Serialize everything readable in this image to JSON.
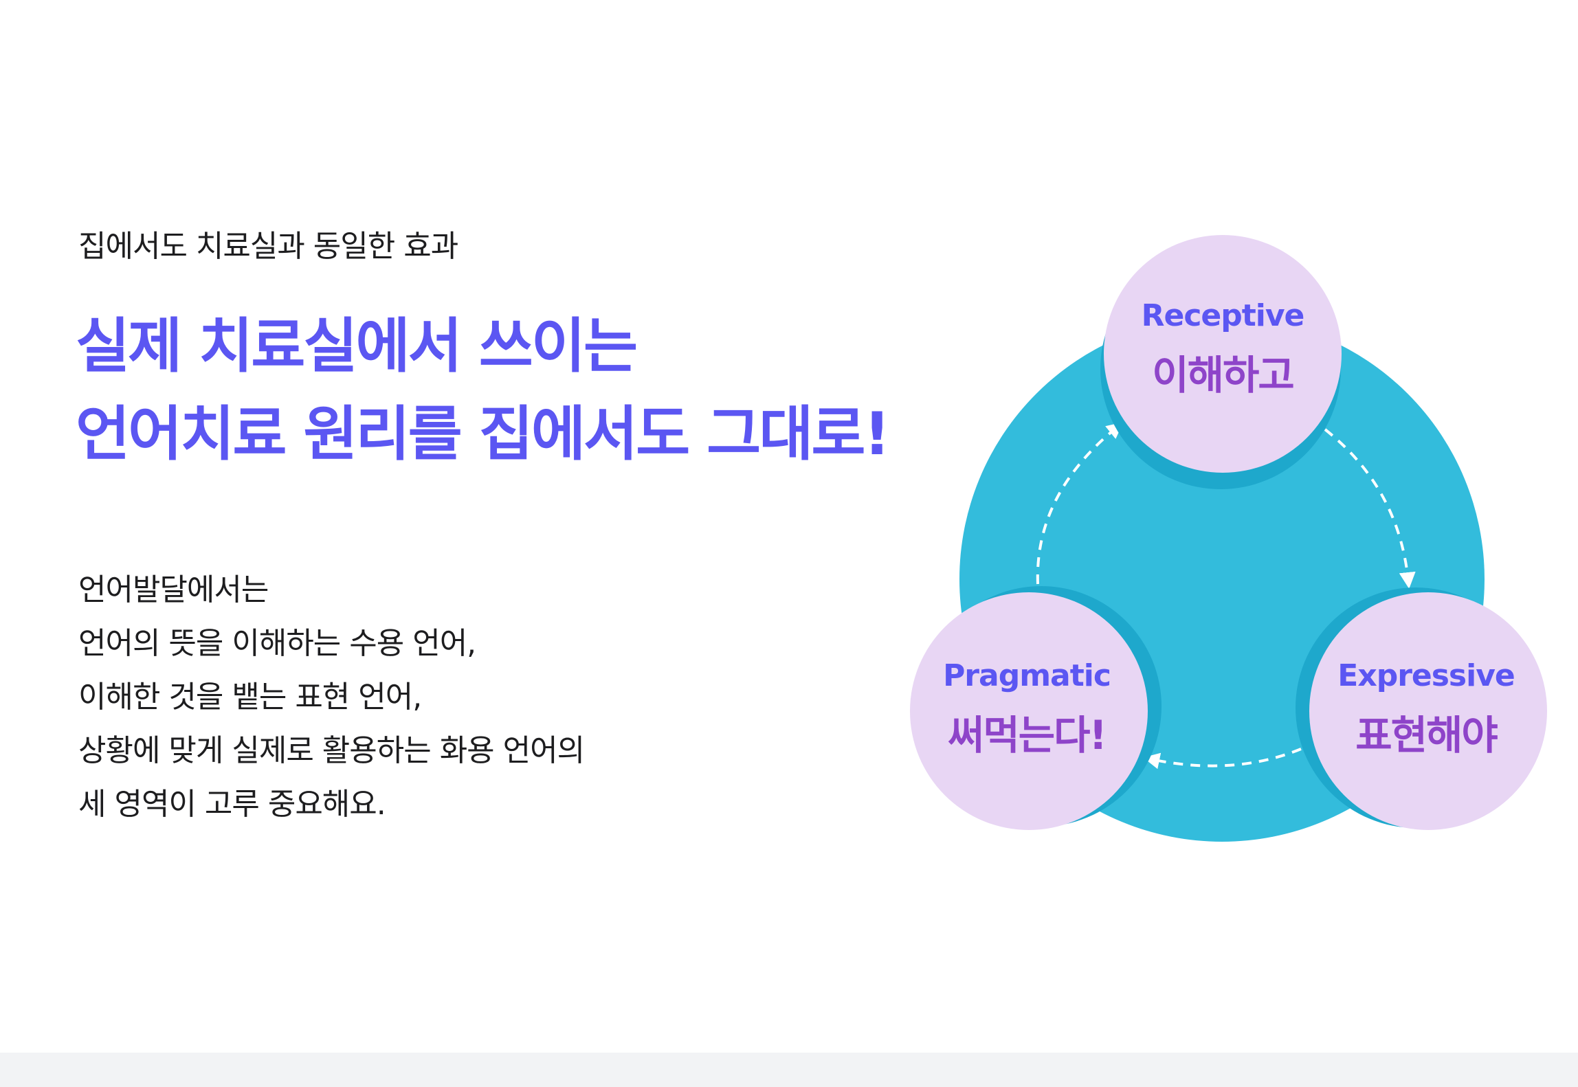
{
  "intro": {
    "eyebrow": "집에서도 치료실과 동일한 효과",
    "headline_line1": "실제 치료실에서 쓰이는",
    "headline_line2": "언어치료 원리를 집에서도 그대로!",
    "body_lines": [
      "언어발달에서는",
      "언어의 뜻을 이해하는 수용 언어,",
      "이해한 것을 뱉는 표현 언어,",
      "상황에 맞게 실제로 활용하는 화용 언어의",
      "세 영역이 고루 중요해요."
    ]
  },
  "diagram": {
    "receptive": {
      "en": "Receptive",
      "ko": "이해하고"
    },
    "expressive": {
      "en": "Expressive",
      "ko": "표현해야"
    },
    "pragmatic": {
      "en": "Pragmatic",
      "ko": "써먹는다!"
    },
    "colors": {
      "big_circle": "#33bcdc",
      "node_fill": "#e8d6f4",
      "node_shadow": "#1ea8cc",
      "en_text": "#5b56f2",
      "ko_text": "#8e44c9"
    }
  }
}
